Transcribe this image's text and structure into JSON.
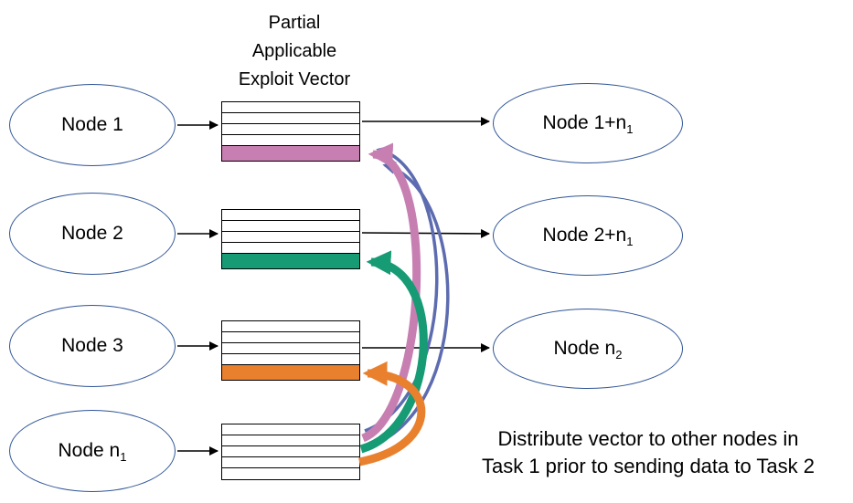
{
  "title": {
    "lines": [
      "Partial",
      "Applicable",
      "Exploit Vector"
    ]
  },
  "left_nodes": [
    {
      "label": "Node 1",
      "sub": ""
    },
    {
      "label": "Node 2",
      "sub": ""
    },
    {
      "label": "Node 3",
      "sub": ""
    },
    {
      "label": "Node n",
      "sub": "1"
    }
  ],
  "right_nodes": [
    {
      "label": "Node 1+n",
      "sub": "1"
    },
    {
      "label": "Node 2+n",
      "sub": "1"
    },
    {
      "label": "Node n",
      "sub": "2"
    }
  ],
  "vectors": [
    {
      "name": "exploit-vector-node-1",
      "rows": 5,
      "highlight_row": 5,
      "highlight": "pink"
    },
    {
      "name": "exploit-vector-node-2",
      "rows": 5,
      "highlight_row": 5,
      "highlight": "green"
    },
    {
      "name": "exploit-vector-node-3",
      "rows": 5,
      "highlight_row": 5,
      "highlight": "orange"
    },
    {
      "name": "exploit-vector-node-n1",
      "rows": 5,
      "highlight_row": 0,
      "highlight": "none"
    }
  ],
  "caption": {
    "lines": [
      "Distribute vector to other nodes in",
      "Task 1 prior to sending data to Task 2"
    ]
  },
  "colors": {
    "pink": "#C77FB2",
    "green": "#179B74",
    "orange": "#E8802E",
    "blue_curve": "#5D6CB0",
    "ellipse_border": "#2F5597",
    "arrow_black": "#000000"
  }
}
